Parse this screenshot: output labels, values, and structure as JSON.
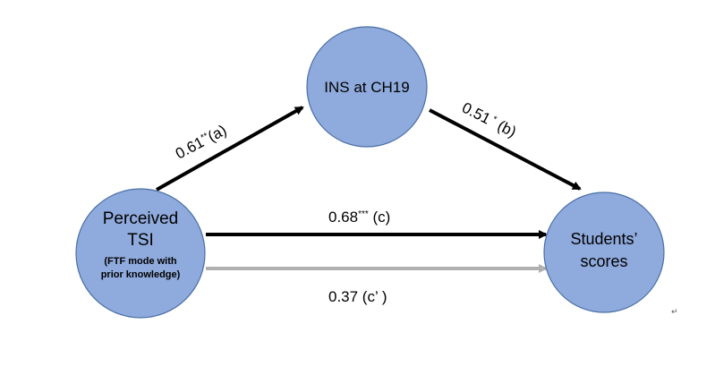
{
  "diagram": {
    "nodes": {
      "mediator": {
        "label": "INS at CH19"
      },
      "predictor": {
        "label_line1": "Perceived",
        "label_line2": "TSI",
        "sub_line1": "(FTF mode with",
        "sub_line2": "prior knowledge)"
      },
      "outcome": {
        "label_line1": "Students’",
        "label_line2": "scores"
      }
    },
    "edges": {
      "a": {
        "value": "0.61",
        "sig": "**",
        "tag": "(a)"
      },
      "b": {
        "value": "0.51",
        "sig": " *",
        "tag": " (b)"
      },
      "c": {
        "value": "0.68",
        "sig": "***",
        "tag": " (c)"
      },
      "c_prime": {
        "label": "0.37 (c’ )"
      }
    },
    "colors": {
      "node_fill": "#8FAADC",
      "node_stroke": "#4A6FA5",
      "arrow_main": "#000000",
      "arrow_direct": "#B0B0B0"
    },
    "paragraph_mark": "↵"
  }
}
